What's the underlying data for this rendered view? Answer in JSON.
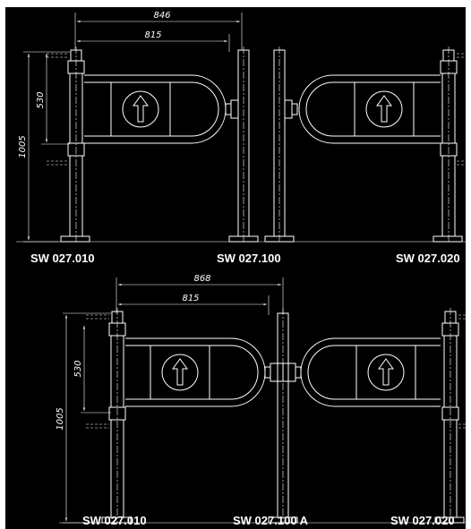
{
  "top_section": {
    "dims": {
      "width_outer": "846",
      "width_inner": "815",
      "height_total": "1005",
      "height_gate": "530"
    },
    "labels": {
      "left": "SW 027.010",
      "center": "SW 027.100",
      "right": "SW 027.020"
    }
  },
  "bottom_section": {
    "dims": {
      "width_outer": "868",
      "width_inner": "815",
      "height_total": "1005",
      "height_gate": "530"
    },
    "labels": {
      "left": "SW 027.010",
      "center": "SW 027.100 A",
      "right": "SW 027.020"
    }
  }
}
